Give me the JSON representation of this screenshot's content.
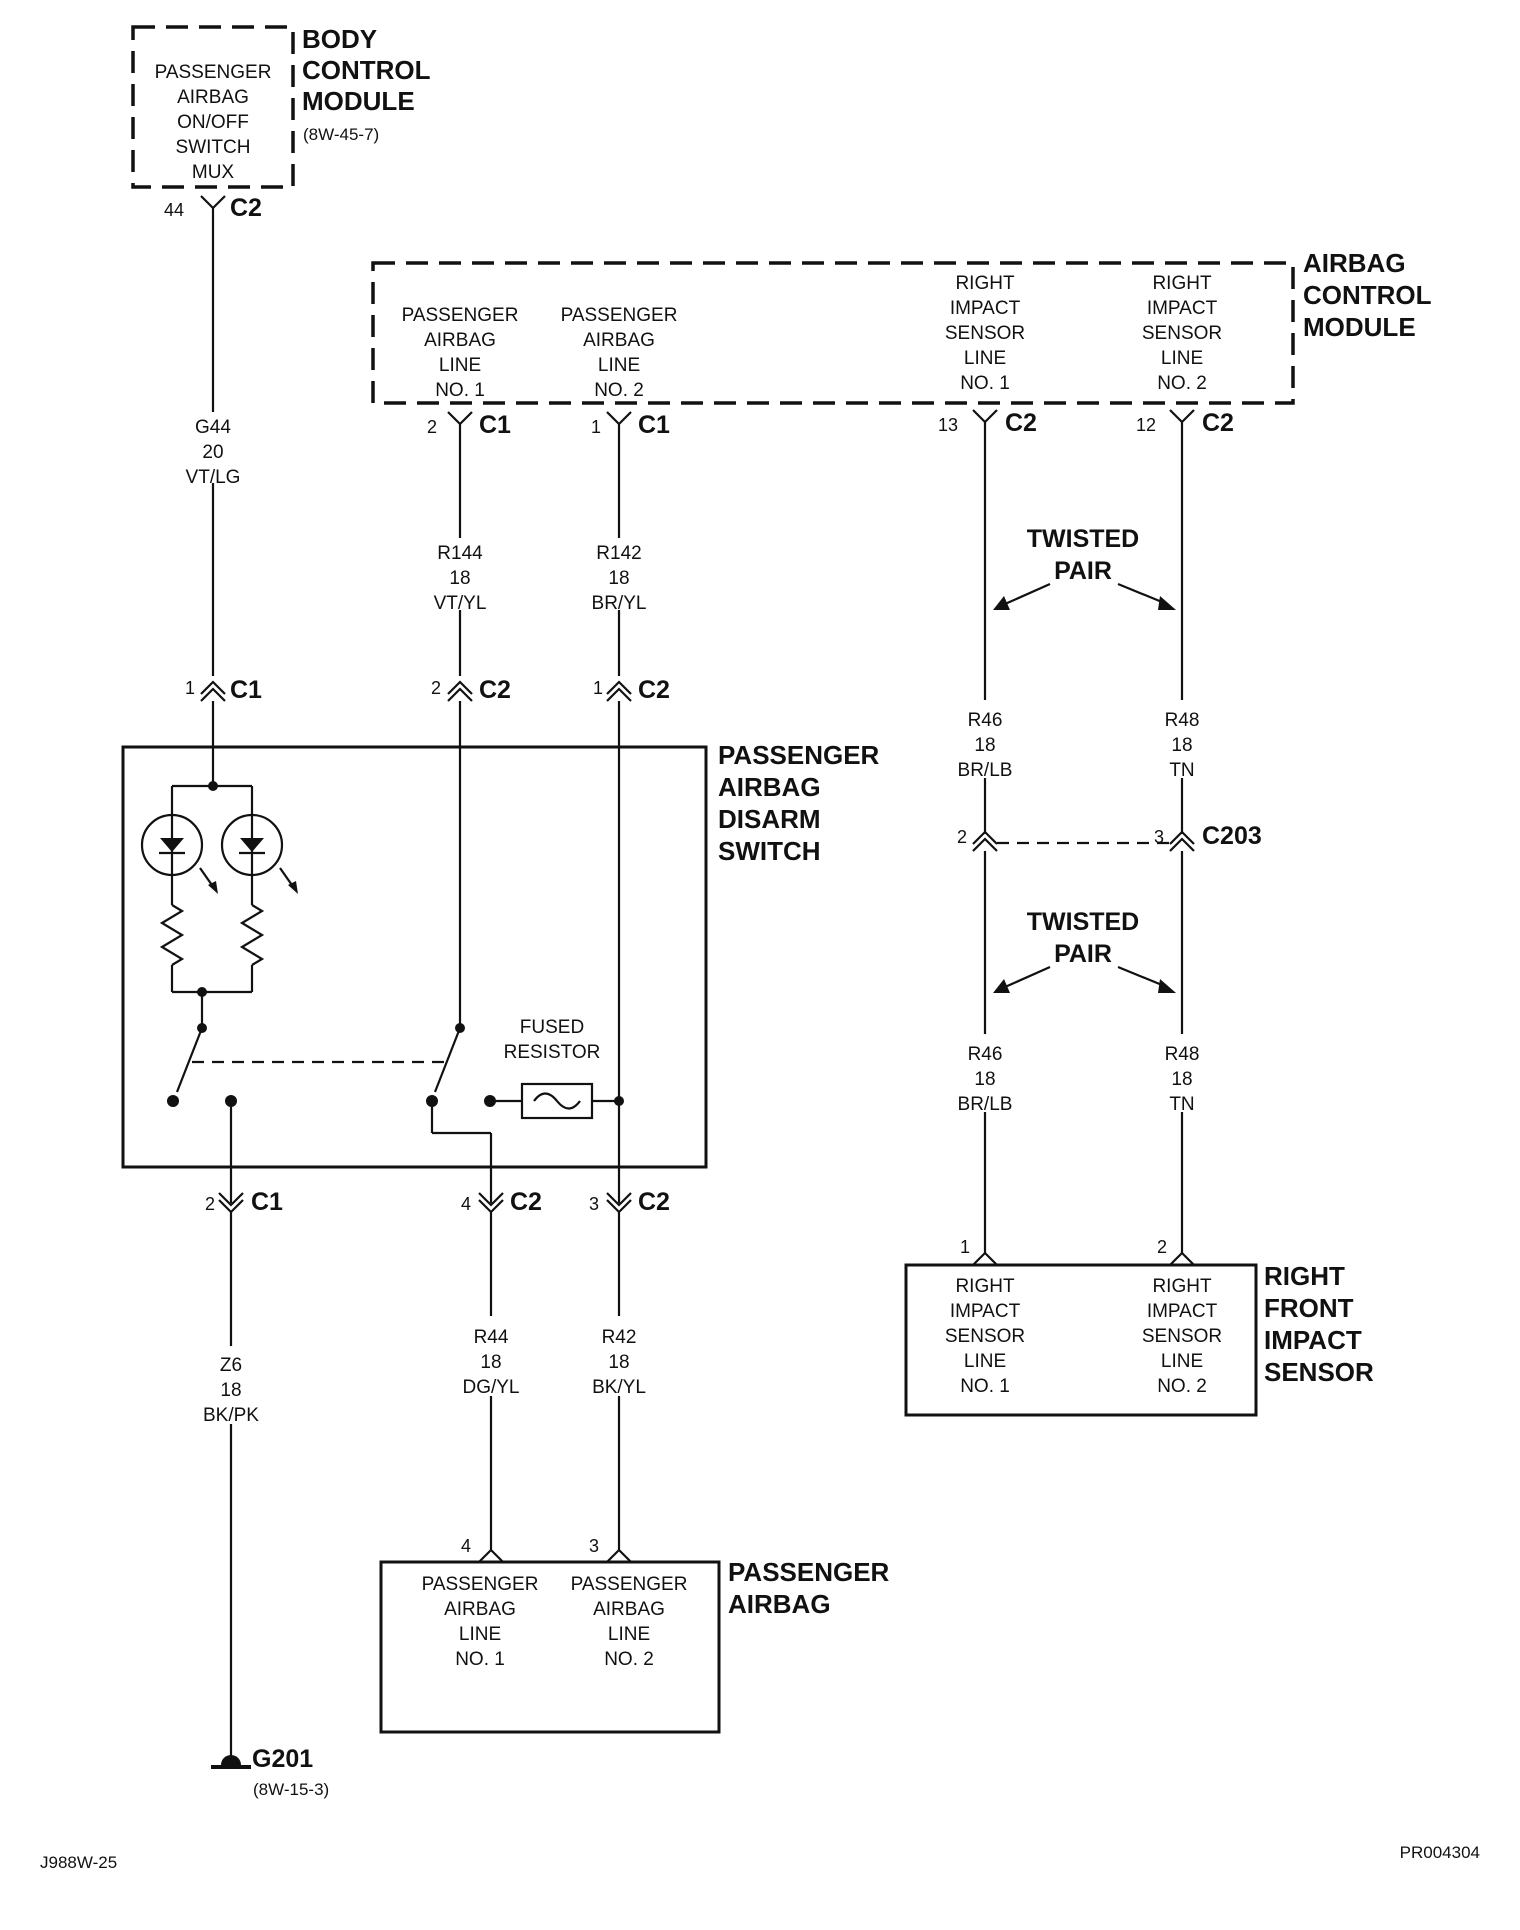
{
  "bcm": {
    "title_lines": [
      "BODY",
      "CONTROL",
      "MODULE"
    ],
    "ref": "(8W-45-7)",
    "func_lines": [
      "PASSENGER",
      "AIRBAG",
      "ON/OFF",
      "SWITCH",
      "MUX"
    ],
    "pin": "44",
    "conn": "C2"
  },
  "acm": {
    "title_lines": [
      "AIRBAG",
      "CONTROL",
      "MODULE"
    ],
    "func1": [
      "PASSENGER",
      "AIRBAG",
      "LINE",
      "NO. 1"
    ],
    "func2": [
      "PASSENGER",
      "AIRBAG",
      "LINE",
      "NO. 2"
    ],
    "func3": [
      "RIGHT",
      "IMPACT",
      "SENSOR",
      "LINE",
      "NO. 1"
    ],
    "func4": [
      "RIGHT",
      "IMPACT",
      "SENSOR",
      "LINE",
      "NO. 2"
    ],
    "pins": [
      {
        "pin": "2",
        "conn": "C1"
      },
      {
        "pin": "1",
        "conn": "C1"
      },
      {
        "pin": "13",
        "conn": "C2"
      },
      {
        "pin": "12",
        "conn": "C2"
      }
    ]
  },
  "wires": {
    "g44": [
      "G44",
      "20",
      "VT/LG"
    ],
    "r144": [
      "R144",
      "18",
      "VT/YL"
    ],
    "r142": [
      "R142",
      "18",
      "BR/YL"
    ],
    "r46a": [
      "R46",
      "18",
      "BR/LB"
    ],
    "r48a": [
      "R48",
      "18",
      "TN"
    ],
    "r46b": [
      "R46",
      "18",
      "BR/LB"
    ],
    "r48b": [
      "R48",
      "18",
      "TN"
    ],
    "z6": [
      "Z6",
      "18",
      "BK/PK"
    ],
    "r44": [
      "R44",
      "18",
      "DG/YL"
    ],
    "r42": [
      "R42",
      "18",
      "BK/YL"
    ]
  },
  "twisted_pair": [
    "TWISTED",
    "PAIR"
  ],
  "switch": {
    "title_lines": [
      "PASSENGER",
      "AIRBAG",
      "DISARM",
      "SWITCH"
    ],
    "fused_resistor": [
      "FUSED",
      "RESISTOR"
    ],
    "top_pins": [
      {
        "pin": "1",
        "conn": "C1"
      },
      {
        "pin": "2",
        "conn": "C2"
      },
      {
        "pin": "1",
        "conn": "C2"
      }
    ],
    "bottom_pins": [
      {
        "pin": "2",
        "conn": "C1"
      },
      {
        "pin": "4",
        "conn": "C2"
      },
      {
        "pin": "3",
        "conn": "C2"
      }
    ]
  },
  "c203": {
    "pin_left": "2",
    "pin_right": "3",
    "conn": "C203"
  },
  "sensor": {
    "title_lines": [
      "RIGHT",
      "FRONT",
      "IMPACT",
      "SENSOR"
    ],
    "func1": [
      "RIGHT",
      "IMPACT",
      "SENSOR",
      "LINE",
      "NO. 1"
    ],
    "func2": [
      "RIGHT",
      "IMPACT",
      "SENSOR",
      "LINE",
      "NO. 2"
    ],
    "pin1": "1",
    "pin2": "2"
  },
  "airbag": {
    "title_lines": [
      "PASSENGER",
      "AIRBAG"
    ],
    "func1": [
      "PASSENGER",
      "AIRBAG",
      "LINE",
      "NO. 1"
    ],
    "func2": [
      "PASSENGER",
      "AIRBAG",
      "LINE",
      "NO. 2"
    ],
    "pin1": "4",
    "pin2": "3"
  },
  "ground": {
    "label": "G201",
    "ref": "(8W-15-3)"
  },
  "footer": {
    "left": "J988W-25",
    "right": "PR004304"
  }
}
